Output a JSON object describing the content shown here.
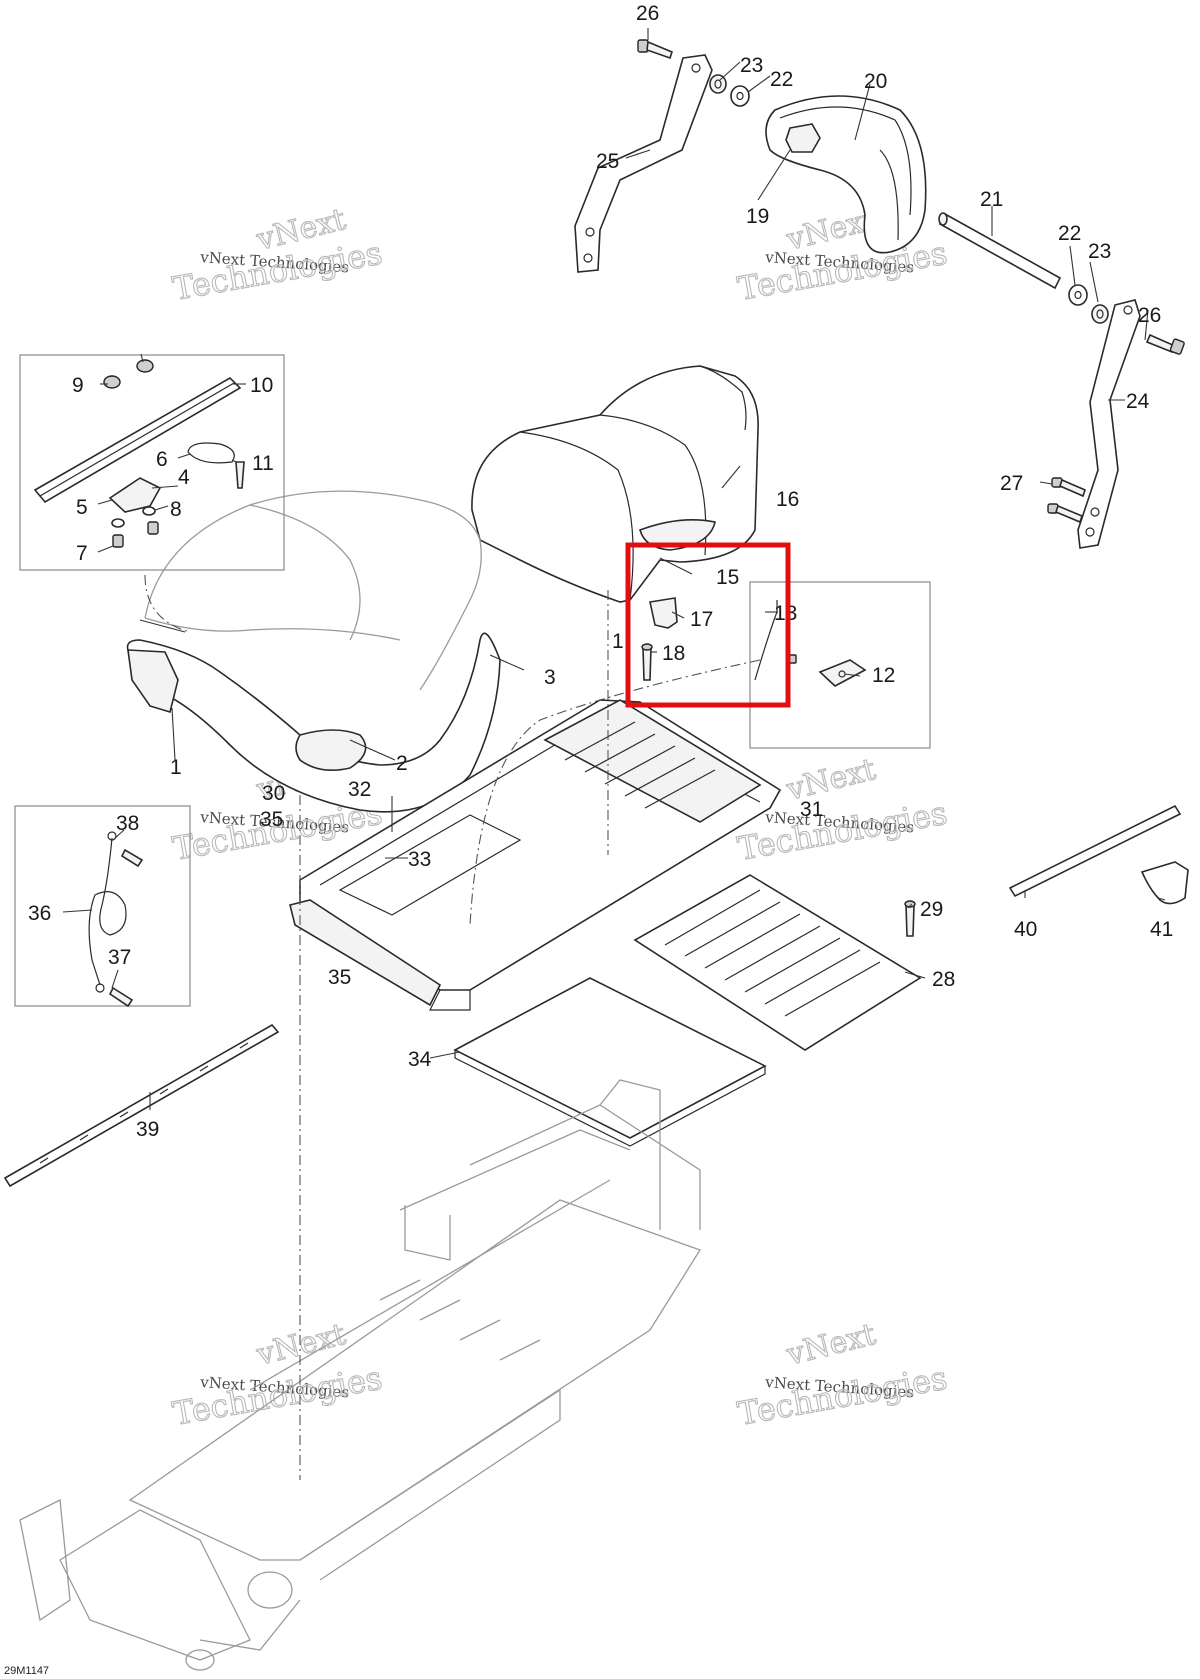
{
  "diagram": {
    "drawing_code": "29M1147",
    "watermark_line1": "vNext Technologies",
    "watermark_line2": "Technologies",
    "watermark_line3": "vNext",
    "highlight_color": "#e01010",
    "callouts": {
      "c1": "1",
      "c2": "2",
      "c3": "3",
      "c4": "4",
      "c5": "5",
      "c6": "6",
      "c7": "7",
      "c8": "8",
      "c9": "9",
      "c10": "10",
      "c11": "11",
      "c12": "12",
      "c13": "13",
      "c14": "1",
      "c15": "15",
      "c16": "16",
      "c17": "17",
      "c18": "18",
      "c19": "19",
      "c20": "20",
      "c21": "21",
      "c22a": "22",
      "c22b": "22",
      "c23a": "23",
      "c23b": "23",
      "c24": "24",
      "c25": "25",
      "c26a": "26",
      "c26b": "26",
      "c27": "27",
      "c28": "28",
      "c29": "29",
      "c30": "30",
      "c31": "31",
      "c32": "32",
      "c33": "33",
      "c34": "34",
      "c35a": "35",
      "c35b": "35",
      "c36": "36",
      "c37": "37",
      "c38": "38",
      "c39": "39",
      "c40": "40",
      "c41": "41"
    }
  }
}
